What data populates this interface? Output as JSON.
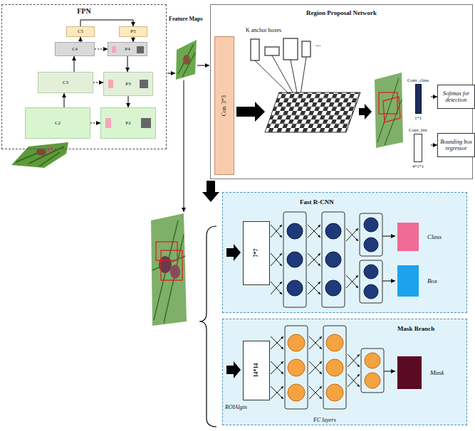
{
  "diagram": {
    "nodes": [
      {
        "text": [
          "FPN"
        ]
      },
      {
        "text": [
          "C5"
        ],
        "in": 0
      },
      {
        "text": [
          "C4"
        ],
        "in": 0
      },
      {
        "text": [
          "C3"
        ],
        "in": 0
      },
      {
        "text": [
          "C2"
        ],
        "in": 0
      },
      {
        "text": [
          "P5"
        ],
        "in": 0
      },
      {
        "text": [
          "P4"
        ],
        "in": 0
      },
      {
        "text": [
          "P3"
        ],
        "in": 0
      },
      {
        "text": [
          "P2"
        ],
        "in": 0
      },
      {
        "text": [
          "Region Proposal Network"
        ]
      },
      {
        "text": [
          "Con. 3*3"
        ],
        "in": 9
      },
      {
        "text": [
          "Conv_class",
          "1*1"
        ],
        "in": 9
      },
      {
        "text": [
          "Softmax for detection"
        ],
        "in": 9
      },
      {
        "text": [
          "Conv_bbr",
          "4*1*1"
        ],
        "in": 9
      },
      {
        "text": [
          "Bounding box regressor"
        ],
        "in": 9
      },
      {
        "text": [
          "Fast R-CNN"
        ]
      },
      {
        "text": [
          "7*7"
        ],
        "in": 15
      },
      {
        "text": [
          "Class"
        ],
        "in": 15
      },
      {
        "text": [
          "Box"
        ],
        "in": 15
      },
      {
        "text": [
          "Mask Branch"
        ]
      },
      {
        "text": [
          "14*14"
        ],
        "in": 19
      },
      {
        "text": [
          "Mask"
        ],
        "in": 19
      }
    ],
    "edges": [
      {
        "from": 4,
        "to": 3,
        "arrow": "to"
      },
      {
        "from": 3,
        "to": 2,
        "arrow": "to"
      },
      {
        "from": 2,
        "to": 1,
        "arrow": "to"
      },
      {
        "from": 1,
        "to": 5,
        "arrow": "to"
      },
      {
        "from": 5,
        "to": 6,
        "arrow": "to"
      },
      {
        "from": 6,
        "to": 7,
        "arrow": "to"
      },
      {
        "from": 7,
        "to": 8,
        "arrow": "to"
      },
      {
        "from": 2,
        "to": 6,
        "arrow": "to"
      },
      {
        "from": 3,
        "to": 7,
        "arrow": "to"
      },
      {
        "from": 4,
        "to": 8,
        "arrow": "to"
      },
      {
        "from": 11,
        "to": 12,
        "arrow": "to"
      },
      {
        "from": 13,
        "to": 14,
        "arrow": "to"
      }
    ],
    "labels": [
      "Feature Maps",
      "K anchor boxes",
      "...",
      "ROIAlgin",
      "FC layers"
    ]
  }
}
